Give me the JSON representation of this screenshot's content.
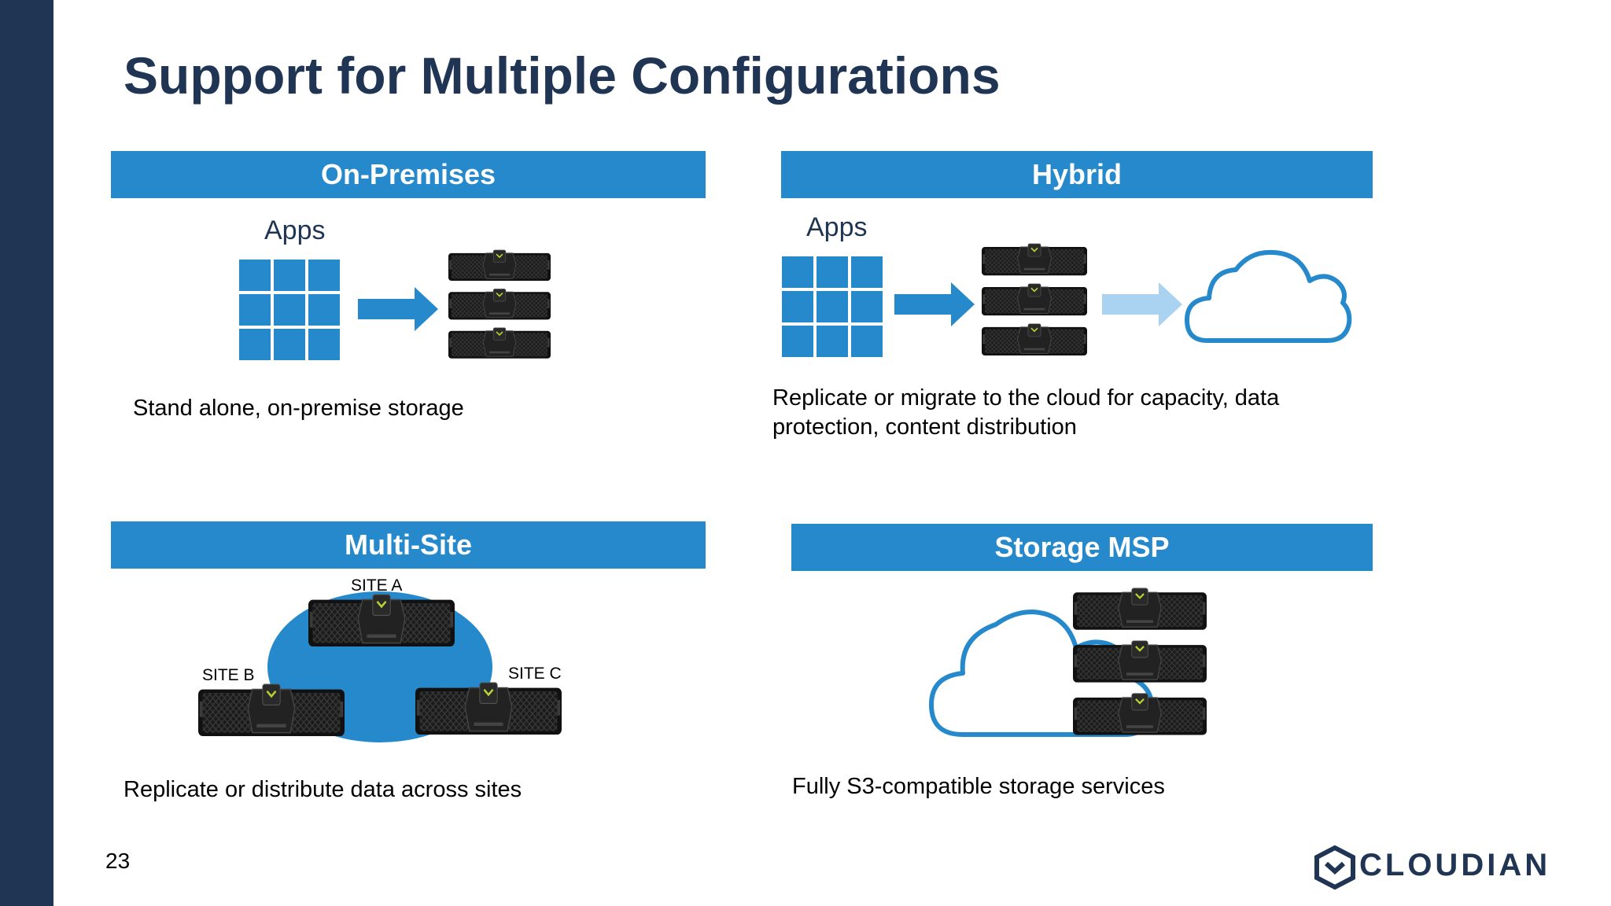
{
  "slide": {
    "title": "Support for Multiple Configurations",
    "page_number": "23"
  },
  "brand": {
    "name": "CLOUDIAN",
    "accent_color": "#2589cb",
    "dark_color": "#1f3553",
    "light_arrow_color": "#a9d3f0"
  },
  "panels": {
    "on_premises": {
      "header": "On-Premises",
      "apps_label": "Apps",
      "caption": "Stand alone, on-premise storage"
    },
    "hybrid": {
      "header": "Hybrid",
      "apps_label": "Apps",
      "caption_line1": "Replicate or migrate to the cloud for capacity, data",
      "caption_line2": "protection, content distribution"
    },
    "multi_site": {
      "header": "Multi-Site",
      "site_a": "SITE A",
      "site_b": "SITE B",
      "site_c": "SITE C",
      "caption": "Replicate or distribute data across sites"
    },
    "storage_msp": {
      "header": "Storage MSP",
      "caption": "Fully S3-compatible storage services"
    }
  },
  "icons": {
    "apps_grid": "apps-grid-icon",
    "arrow": "arrow-right-icon",
    "cloud": "cloud-icon",
    "server": "storage-appliance-icon",
    "logo_mark": "cloudian-logo-icon"
  }
}
